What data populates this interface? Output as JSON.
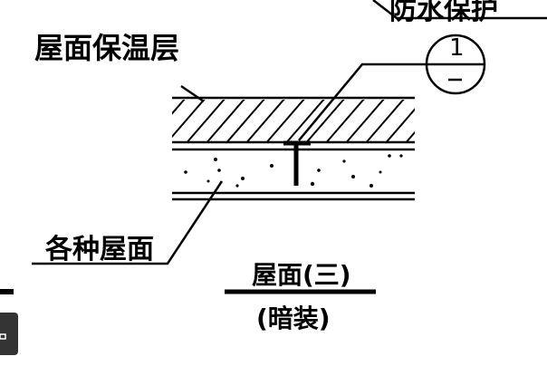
{
  "labels": {
    "top_cut": "防水保护",
    "insulation": "屋面保温层",
    "roof_types": "各种屋面",
    "title": "屋面(三)",
    "subtitle": "(暗装)",
    "detail_number": "1",
    "detail_sheet": "—"
  },
  "colors": {
    "ink": "#000000",
    "widget": "#333333"
  }
}
